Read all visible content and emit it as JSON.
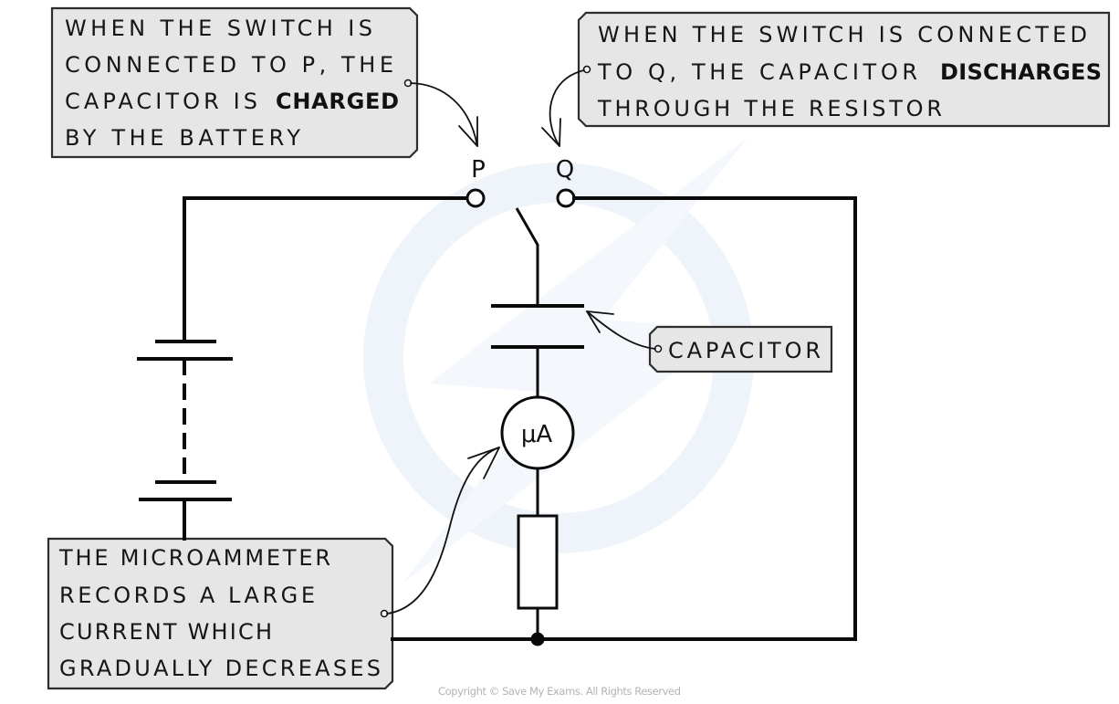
{
  "callouts": {
    "charging": {
      "lines": [
        {
          "text": "WHEN THE SWITCH IS"
        },
        {
          "text": "CONNECTED  TO P, THE"
        },
        {
          "text": "CAPACITOR IS",
          "bold": "CHARGED"
        },
        {
          "text": "BY THE BATTERY"
        }
      ]
    },
    "discharging": {
      "lines": [
        {
          "text": "WHEN THE SWITCH IS CONNECTED"
        },
        {
          "text": "TO Q, THE CAPACITOR",
          "bold": "DISCHARGES"
        },
        {
          "text": "THROUGH THE RESISTOR"
        }
      ]
    },
    "capacitor": {
      "lines": [
        {
          "text": "CAPACITOR"
        }
      ]
    },
    "microammeter": {
      "lines": [
        {
          "text": "THE MICROAMMETER"
        },
        {
          "text": "RECORDS A LARGE"
        },
        {
          "text": "CURRENT WHICH"
        },
        {
          "text": "GRADUALLY DECREASES"
        }
      ]
    }
  },
  "labels": {
    "terminal_p": "P",
    "terminal_q": "Q",
    "ammeter": "μA"
  },
  "components": [
    "battery",
    "two-way switch",
    "capacitor",
    "microammeter",
    "resistor"
  ],
  "copyright": "Copyright © Save My Exams. All Rights Reserved",
  "colors": {
    "ink": "#0a0a0a",
    "callout_fill": "#e6e6e6",
    "callout_border": "#2e2e2e",
    "watermark": "#edf3fa",
    "copyright": "#b3b3b3"
  }
}
